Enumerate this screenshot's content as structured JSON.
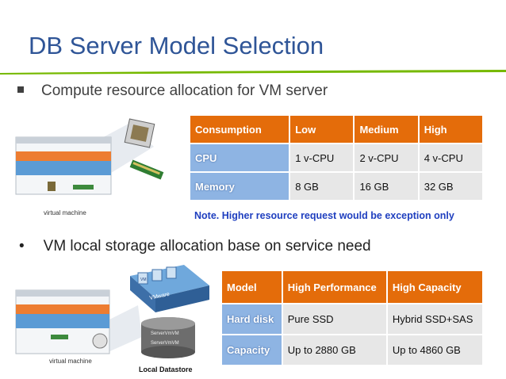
{
  "title": "DB Server Model Selection",
  "bullets": {
    "compute": "Compute resource allocation for VM server",
    "storage": "VM local storage allocation base on service need",
    "storage_marker": "•"
  },
  "compute_table": {
    "headers": [
      "Consumption",
      "Low",
      "Medium",
      "High"
    ],
    "rows": [
      {
        "label": "CPU",
        "values": [
          "1 v-CPU",
          "2 v-CPU",
          "4 v-CPU"
        ]
      },
      {
        "label": "Memory",
        "values": [
          "8 GB",
          "16 GB",
          "32 GB"
        ]
      }
    ]
  },
  "note": "Note. Higher resource request would be exception only",
  "storage_table": {
    "headers": [
      "Model",
      "High Performance",
      "High Capacity"
    ],
    "rows": [
      {
        "label": "Hard disk",
        "values": [
          "Pure SSD",
          "Hybrid SSD+SAS"
        ]
      },
      {
        "label": "Capacity",
        "values": [
          "Up to 2880 GB",
          "Up to 4860 GB"
        ]
      }
    ]
  },
  "illustrations": {
    "vm_caption_top": "virtual machine",
    "vm_caption_bottom": "virtual machine",
    "datastore_caption": "Local Datastore",
    "vmware_label": "VMware",
    "vm_box_label": "VM",
    "server_labels": [
      "ServerVmVM",
      "ServerVmVM"
    ]
  },
  "colors": {
    "title": "#2f5597",
    "table_header": "#e46c0a",
    "row_label": "#8eb4e3",
    "cell": "#e7e7e7",
    "note": "#1f3fbf",
    "accent_green": "#76b900"
  }
}
